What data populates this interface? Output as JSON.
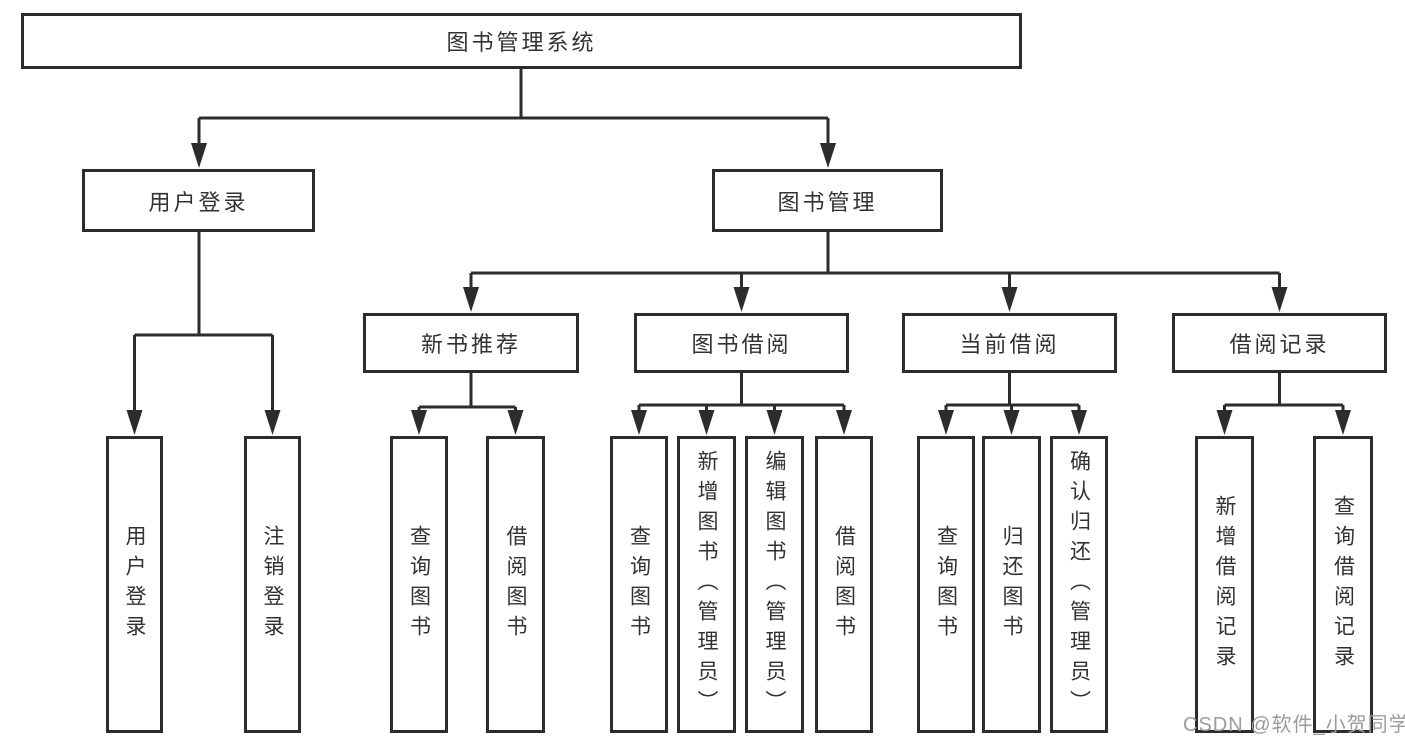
{
  "tree": {
    "label": "图书管理系统",
    "children": [
      {
        "label": "用户登录",
        "children": [
          {
            "label": "用户登录"
          },
          {
            "label": "注销登录"
          }
        ]
      },
      {
        "label": "图书管理",
        "children": [
          {
            "label": "新书推荐",
            "children": [
              {
                "label": "查询图书"
              },
              {
                "label": "借阅图书"
              }
            ]
          },
          {
            "label": "图书借阅",
            "children": [
              {
                "label": "查询图书"
              },
              {
                "label": "新增图书（管理员）"
              },
              {
                "label": "编辑图书（管理员）"
              },
              {
                "label": "借阅图书"
              }
            ]
          },
          {
            "label": "当前借阅",
            "children": [
              {
                "label": "查询图书"
              },
              {
                "label": "归还图书"
              },
              {
                "label": "确认归还（管理员）"
              }
            ]
          },
          {
            "label": "借阅记录",
            "children": [
              {
                "label": "新增借阅记录"
              },
              {
                "label": "查询借阅记录"
              }
            ]
          }
        ]
      }
    ]
  },
  "watermark": {
    "text": "CSDN @软件_小贺同学"
  },
  "colors": {
    "line": "#2c2c2c",
    "box_border": "#2c2c2c",
    "text": "#323232",
    "watermark": "#9c9c9c",
    "background": "#ffffff"
  }
}
